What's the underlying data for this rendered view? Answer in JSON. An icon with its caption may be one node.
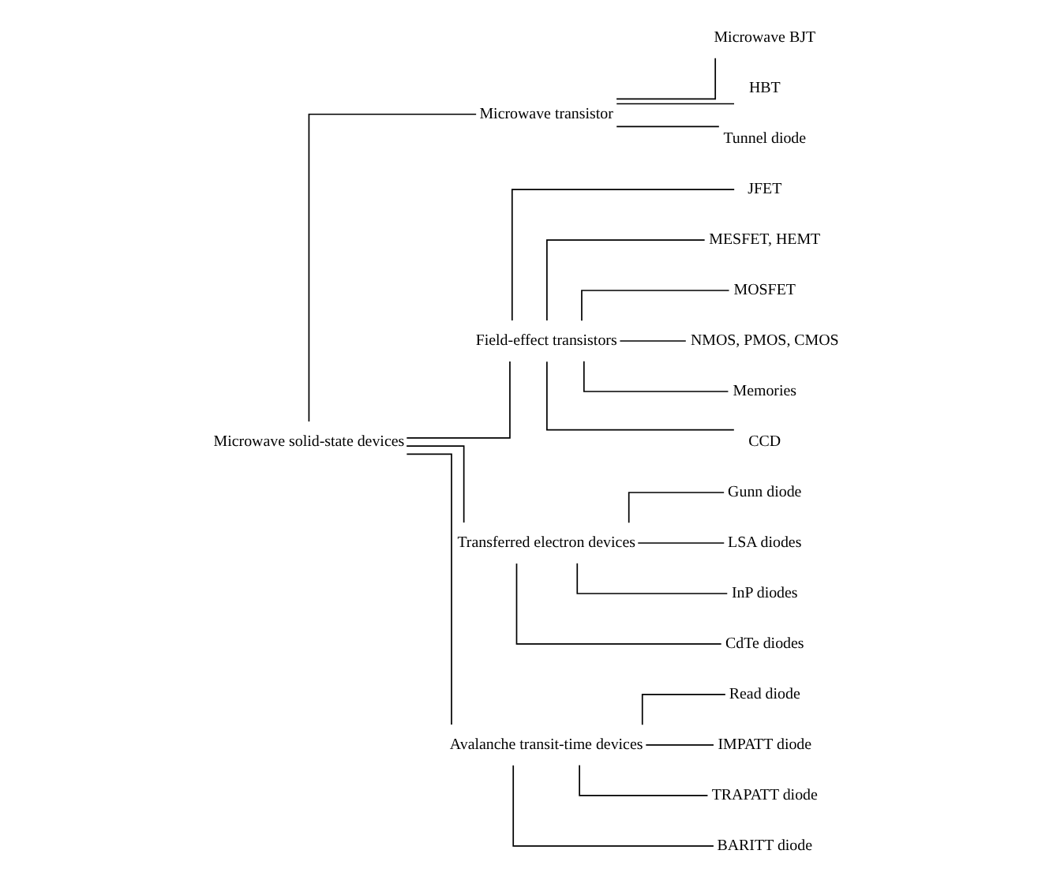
{
  "diagram": {
    "nodes": [
      {
        "text": [
          "Microwave solid-state devices"
        ]
      },
      {
        "text": [
          "Microwave transistor"
        ]
      },
      {
        "text": [
          "Microwave BJT"
        ]
      },
      {
        "text": [
          "HBT"
        ]
      },
      {
        "text": [
          "Tunnel diode"
        ]
      },
      {
        "text": [
          "Field-effect transistors"
        ]
      },
      {
        "text": [
          "JFET"
        ]
      },
      {
        "text": [
          "MESFET, HEMT"
        ]
      },
      {
        "text": [
          "MOSFET"
        ]
      },
      {
        "text": [
          "NMOS, PMOS, CMOS"
        ]
      },
      {
        "text": [
          "Memories"
        ]
      },
      {
        "text": [
          "CCD"
        ]
      },
      {
        "text": [
          "Transferred electron devices"
        ]
      },
      {
        "text": [
          "Gunn diode"
        ]
      },
      {
        "text": [
          "LSA diodes"
        ]
      },
      {
        "text": [
          "InP diodes"
        ]
      },
      {
        "text": [
          "CdTe diodes"
        ]
      },
      {
        "text": [
          "Avalanche transit-time devices"
        ]
      },
      {
        "text": [
          "Read diode"
        ]
      },
      {
        "text": [
          "IMPATT diode"
        ]
      },
      {
        "text": [
          "TRAPATT diode"
        ]
      },
      {
        "text": [
          "BARITT diode"
        ]
      }
    ],
    "edges": [
      {
        "from": 0,
        "to": 1,
        "arrow": "none"
      },
      {
        "from": 1,
        "to": 2,
        "arrow": "none"
      },
      {
        "from": 1,
        "to": 3,
        "arrow": "none"
      },
      {
        "from": 1,
        "to": 4,
        "arrow": "none"
      },
      {
        "from": 0,
        "to": 5,
        "arrow": "none"
      },
      {
        "from": 5,
        "to": 6,
        "arrow": "none"
      },
      {
        "from": 5,
        "to": 7,
        "arrow": "none"
      },
      {
        "from": 5,
        "to": 8,
        "arrow": "none"
      },
      {
        "from": 5,
        "to": 9,
        "arrow": "none"
      },
      {
        "from": 5,
        "to": 10,
        "arrow": "none"
      },
      {
        "from": 5,
        "to": 11,
        "arrow": "none"
      },
      {
        "from": 0,
        "to": 12,
        "arrow": "none"
      },
      {
        "from": 12,
        "to": 13,
        "arrow": "none"
      },
      {
        "from": 12,
        "to": 14,
        "arrow": "none"
      },
      {
        "from": 12,
        "to": 15,
        "arrow": "none"
      },
      {
        "from": 12,
        "to": 16,
        "arrow": "none"
      },
      {
        "from": 0,
        "to": 17,
        "arrow": "none"
      },
      {
        "from": 17,
        "to": 18,
        "arrow": "none"
      },
      {
        "from": 17,
        "to": 19,
        "arrow": "none"
      },
      {
        "from": 17,
        "to": 20,
        "arrow": "none"
      },
      {
        "from": 17,
        "to": 21,
        "arrow": "none"
      }
    ]
  }
}
